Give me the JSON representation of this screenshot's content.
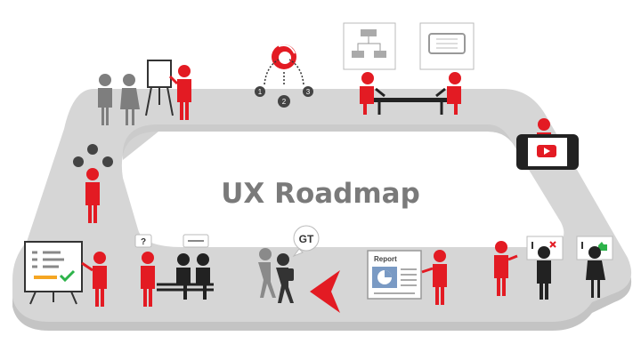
{
  "diagram": {
    "title": "UX Roadmap",
    "report_card": {
      "heading": "Report"
    },
    "speech_glyphs": {
      "question": "?",
      "gt": "GT"
    },
    "idea_numbers": [
      "1",
      "2",
      "3"
    ],
    "colors": {
      "track_fill": "#d2d2d2",
      "track_edge": "#bdbdbd",
      "inner_fill": "#ffffff",
      "accent": "#e31b23",
      "figure_dark": "#3b3b3b",
      "figure_gray": "#8a8a8a",
      "title": "#7a7a7a"
    },
    "icons": [
      "presentation-easel-icon",
      "lightbulb-icon",
      "target-logo-icon",
      "sitemap-icon",
      "mobile-wireframe-icon",
      "video-phone-icon",
      "report-document-icon",
      "feedback-card-icon",
      "chevron-arrow-icon"
    ]
  }
}
